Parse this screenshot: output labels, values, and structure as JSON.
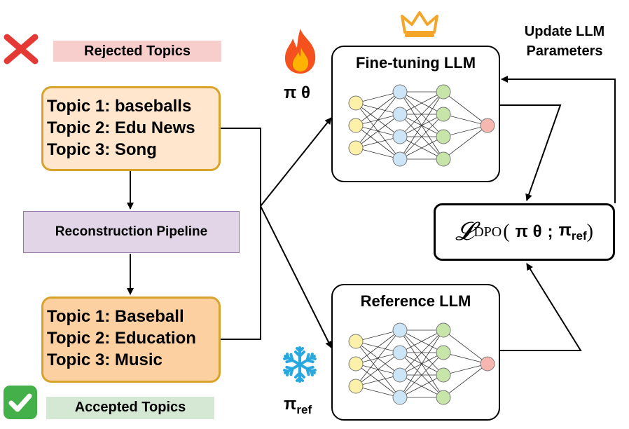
{
  "rejected": {
    "label": "Rejected Topics",
    "lines": [
      "Topic 1: baseballs",
      "Topic 2: Edu News",
      "Topic 3: Song"
    ],
    "icon": "red-x-icon"
  },
  "accepted": {
    "label": "Accepted Topics",
    "lines": [
      "Topic 1: Baseball",
      "Topic 2: Education",
      "Topic 3: Music"
    ],
    "icon": "green-check-icon"
  },
  "pipeline": {
    "label": "Reconstruction Pipeline"
  },
  "finetune": {
    "title": "Fine-tuning LLM",
    "policy": "π θ",
    "icon": "flame-icon",
    "crown_icon": "crown-icon"
  },
  "reference": {
    "title": "Reference LLM",
    "policy_base": "π",
    "policy_sub": "ref",
    "icon": "snowflake-icon"
  },
  "loss": {
    "symbol": "𝓛",
    "subscript": "DPO",
    "arg1": "π θ",
    "sep": ";",
    "arg2_base": "π",
    "arg2_sub": "ref"
  },
  "update": {
    "line1": "Update LLM",
    "line2": "Parameters"
  },
  "colors": {
    "rejected_bg": "#f8cecc",
    "accepted_bg": "#d5e8d4",
    "rejected_box_fill": "#ffe6cc",
    "accepted_box_fill": "#fdd0a2",
    "topic_box_border": "#d8a32a",
    "pipeline_fill": "#e1d5e7",
    "pipeline_border": "#9673a6",
    "node_input": "#fdf1a9",
    "node_hidden1": "#cde6f7",
    "node_hidden2": "#c7e5a9",
    "node_output": "#f7b6b0"
  }
}
